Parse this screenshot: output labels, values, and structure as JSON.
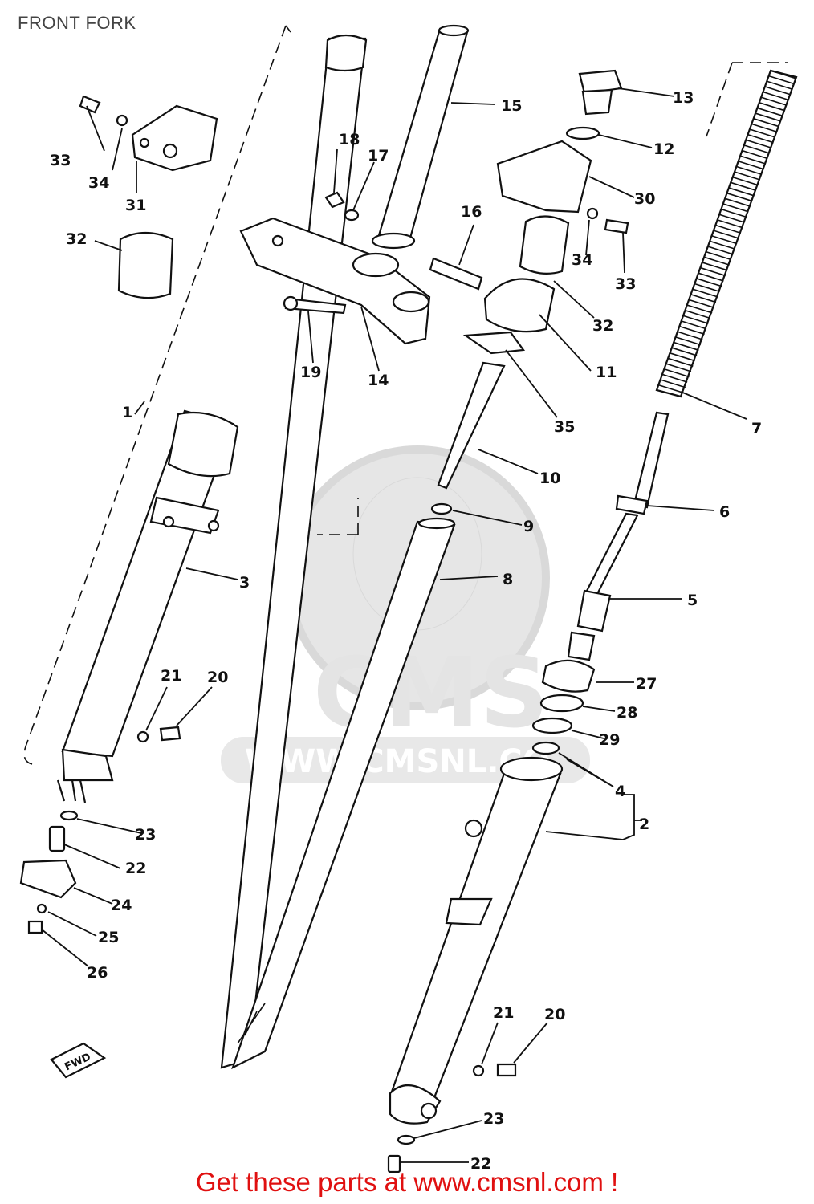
{
  "title": "FRONT FORK",
  "footer": "Get these parts at www.cmsnl.com !",
  "watermark": {
    "logo_text": "CMS",
    "url_text": "WWW.CMSNL.CO"
  },
  "direction_marker": "FWD",
  "callouts": [
    {
      "id": "c1",
      "label": "1"
    },
    {
      "id": "c2",
      "label": "2"
    },
    {
      "id": "c3",
      "label": "3"
    },
    {
      "id": "c4",
      "label": "4"
    },
    {
      "id": "c5",
      "label": "5"
    },
    {
      "id": "c6",
      "label": "6"
    },
    {
      "id": "c7",
      "label": "7"
    },
    {
      "id": "c8",
      "label": "8"
    },
    {
      "id": "c9",
      "label": "9"
    },
    {
      "id": "c10",
      "label": "10"
    },
    {
      "id": "c11",
      "label": "11"
    },
    {
      "id": "c12",
      "label": "12"
    },
    {
      "id": "c13",
      "label": "13"
    },
    {
      "id": "c14",
      "label": "14"
    },
    {
      "id": "c15",
      "label": "15"
    },
    {
      "id": "c16",
      "label": "16"
    },
    {
      "id": "c17",
      "label": "17"
    },
    {
      "id": "c18",
      "label": "18"
    },
    {
      "id": "c19",
      "label": "19"
    },
    {
      "id": "c20a",
      "label": "20"
    },
    {
      "id": "c20b",
      "label": "20"
    },
    {
      "id": "c21a",
      "label": "21"
    },
    {
      "id": "c21b",
      "label": "21"
    },
    {
      "id": "c22a",
      "label": "22"
    },
    {
      "id": "c22b",
      "label": "22"
    },
    {
      "id": "c23a",
      "label": "23"
    },
    {
      "id": "c23b",
      "label": "23"
    },
    {
      "id": "c24",
      "label": "24"
    },
    {
      "id": "c25",
      "label": "25"
    },
    {
      "id": "c26",
      "label": "26"
    },
    {
      "id": "c27",
      "label": "27"
    },
    {
      "id": "c28",
      "label": "28"
    },
    {
      "id": "c29",
      "label": "29"
    },
    {
      "id": "c30",
      "label": "30"
    },
    {
      "id": "c31",
      "label": "31"
    },
    {
      "id": "c32a",
      "label": "32"
    },
    {
      "id": "c32b",
      "label": "32"
    },
    {
      "id": "c33a",
      "label": "33"
    },
    {
      "id": "c33b",
      "label": "33"
    },
    {
      "id": "c34a",
      "label": "34"
    },
    {
      "id": "c34b",
      "label": "34"
    },
    {
      "id": "c35",
      "label": "35"
    }
  ]
}
